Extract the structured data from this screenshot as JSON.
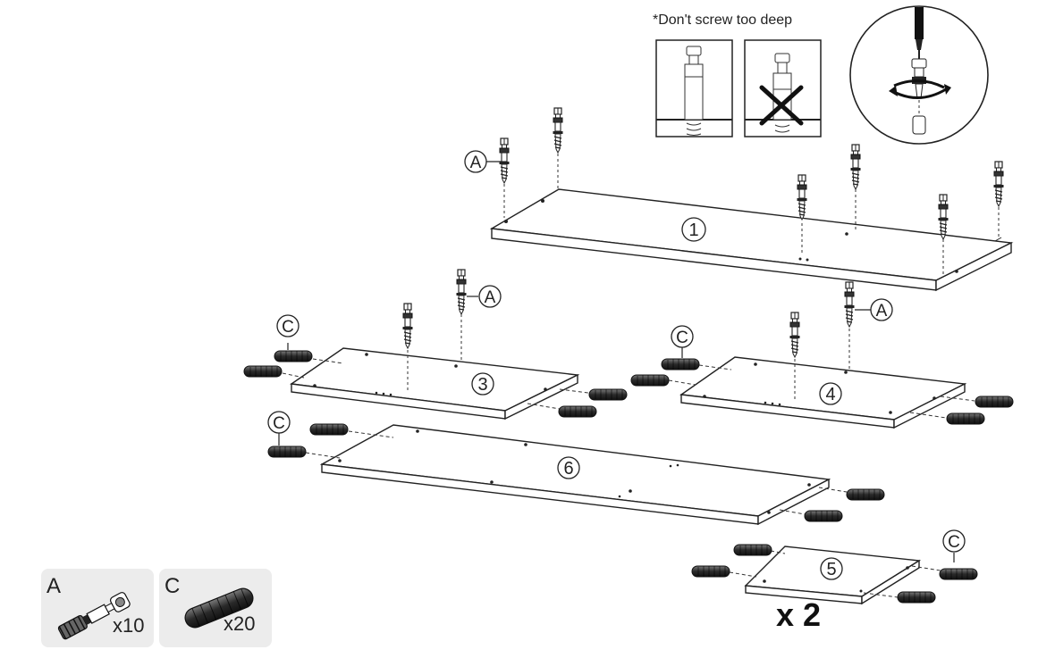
{
  "note": "*Don't screw too deep",
  "parts": [
    {
      "letter": "A",
      "qty": "x10",
      "icon": "cam-bolt-icon"
    },
    {
      "letter": "C",
      "qty": "x20",
      "icon": "wooden-dowel-icon"
    }
  ],
  "panel_numbers": {
    "p1": "1",
    "p3": "3",
    "p4": "4",
    "p5": "5",
    "p6": "6"
  },
  "callout_A": "A",
  "callout_C": "C",
  "multiplier": "x 2"
}
